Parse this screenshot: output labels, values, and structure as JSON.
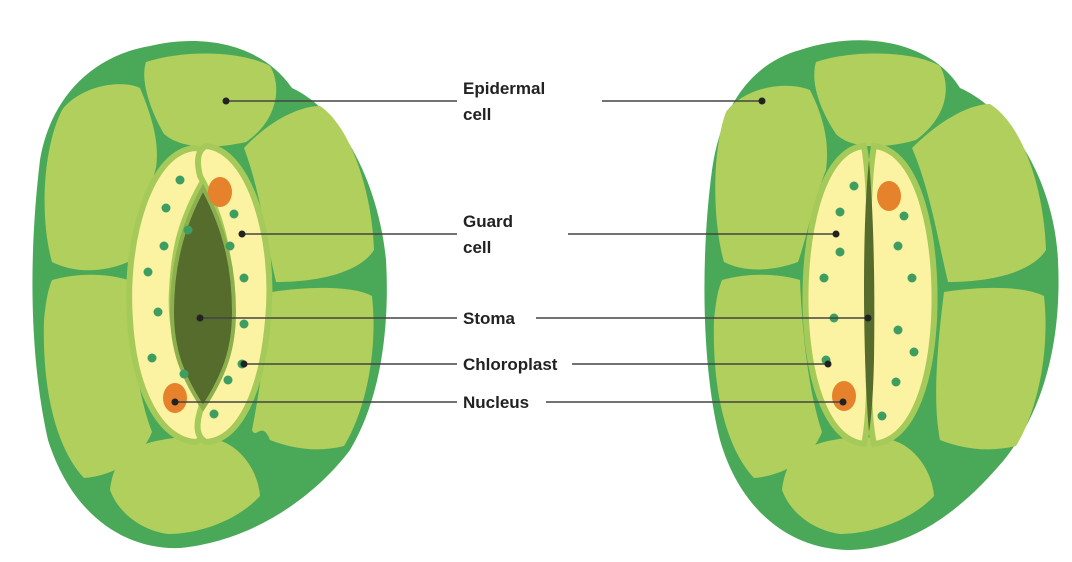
{
  "labels": {
    "epidermal_line1": "Epidermal",
    "epidermal_line2": "cell",
    "guard_line1": "Guard",
    "guard_line2": "cell",
    "stoma": "Stoma",
    "chloroplast": "Chloroplast",
    "nucleus": "Nucleus"
  },
  "colors": {
    "epidermal_fill": "#b0cf5d",
    "cell_wall": "#4aa958",
    "guard_cell_fill": "#fbf3a1",
    "guard_cell_border": "#a6ca5a",
    "stoma_pore": "#566c2d",
    "chloroplast": "#3e9e62",
    "nucleus": "#e5822b",
    "leader_line": "#444444",
    "label_text": "#222222"
  }
}
